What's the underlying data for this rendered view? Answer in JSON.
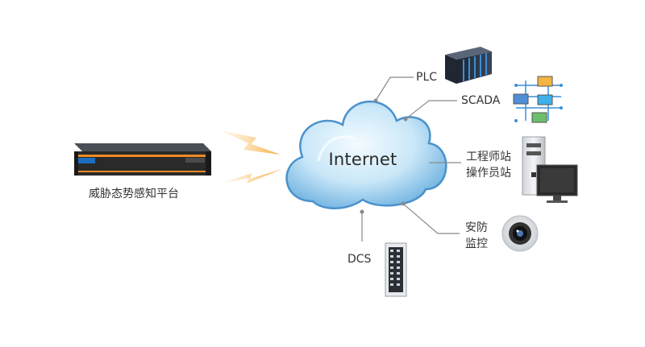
{
  "diagram": {
    "cloud_label": "Internet",
    "platform_label": "威胁态势感知平台",
    "nodes": {
      "plc": "PLC",
      "scada": "SCADA",
      "engineer_line1": "工程师站",
      "engineer_line2": "操作员站",
      "security_line1": "安防",
      "security_line2": "监控",
      "dcs": "DCS"
    }
  },
  "colors": {
    "cloud_light": "#eaf6fd",
    "cloud_mid": "#a9d6f2",
    "cloud_edge": "#4a92cc",
    "connector": "#8a8a8a",
    "lightning": "#f7b84a",
    "server_dark": "#2a2a2a",
    "server_accent": "#f08a24"
  }
}
